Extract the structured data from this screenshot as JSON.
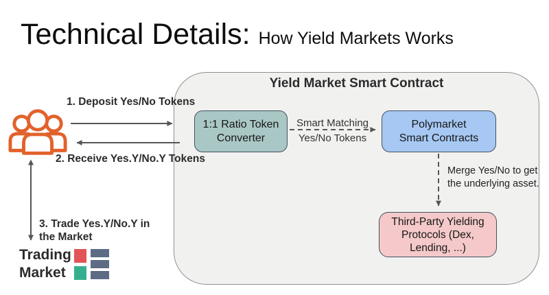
{
  "title": {
    "main": "Technical Details:",
    "subtitle": "How Yield Markets Works"
  },
  "container": {
    "title": "Yield Market Smart Contract"
  },
  "nodes": {
    "converter": {
      "lines": [
        "1:1 Ratio Token",
        "Converter"
      ]
    },
    "polymarket": {
      "lines": [
        "Polymarket",
        "Smart Contracts"
      ]
    },
    "protocols": {
      "lines": [
        "Third-Party Yielding",
        "Protocols (Dex,",
        "Lending, ...)"
      ]
    }
  },
  "edges": {
    "smart_matching": {
      "lines": [
        "Smart Matching",
        "Yes/No Tokens"
      ]
    },
    "merge": {
      "lines": [
        "Merge Yes/No to get",
        "the underlying asset."
      ]
    }
  },
  "steps": {
    "step1": "1. Deposit Yes/No Tokens",
    "step2": "2. Receive Yes.Y/No.Y Tokens",
    "step3": {
      "lines": [
        "3. Trade Yes.Y/No.Y in",
        "the Market"
      ]
    }
  },
  "trading": {
    "lines": [
      "Trading",
      "Market"
    ]
  },
  "icons": {
    "people": "users-group-icon",
    "market": "order-book-icon"
  },
  "colors": {
    "container_bg": "#f1f1f0",
    "converter_bg": "#a9c7c5",
    "polymarket_bg": "#a6c8f3",
    "protocols_bg": "#f5c9c9",
    "arrow": "#555555",
    "people_icon": "#e2622b",
    "market_red": "#e25455",
    "market_green": "#35af8d",
    "market_slate": "#5d6b85"
  }
}
